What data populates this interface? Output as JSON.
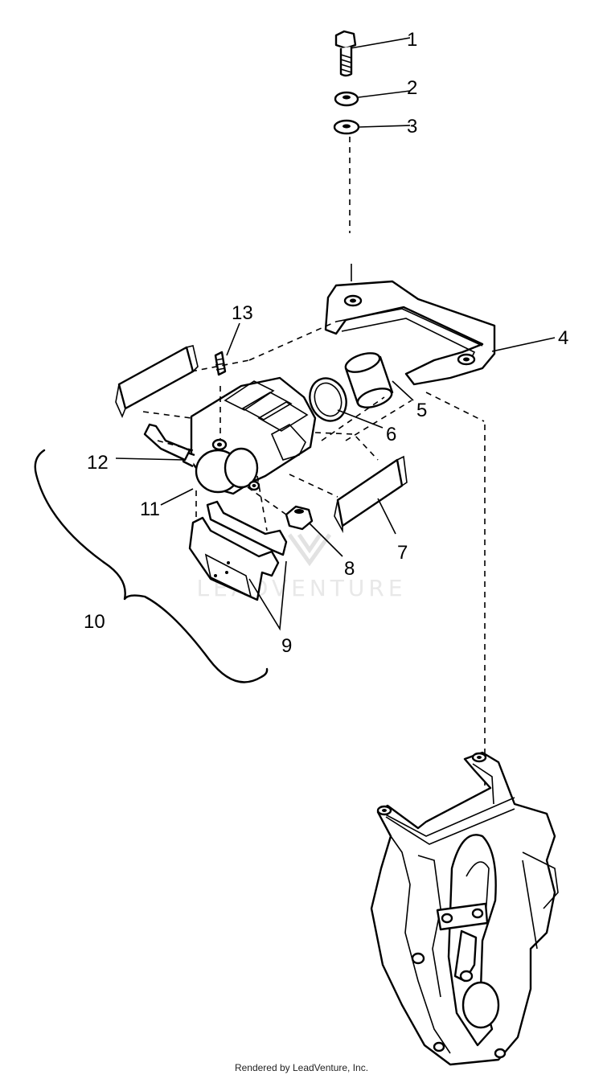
{
  "callouts": [
    {
      "id": "1",
      "text": "1"
    },
    {
      "id": "2",
      "text": "2"
    },
    {
      "id": "3",
      "text": "3"
    },
    {
      "id": "4",
      "text": "4"
    },
    {
      "id": "5",
      "text": "5"
    },
    {
      "id": "6",
      "text": "6"
    },
    {
      "id": "7",
      "text": "7"
    },
    {
      "id": "8",
      "text": "8"
    },
    {
      "id": "9",
      "text": "9"
    },
    {
      "id": "10",
      "text": "10"
    },
    {
      "id": "11",
      "text": "11"
    },
    {
      "id": "12",
      "text": "12"
    },
    {
      "id": "13",
      "text": "13"
    }
  ],
  "watermark": "LEADVENTURE",
  "footer": "Rendered by LeadVenture, Inc."
}
